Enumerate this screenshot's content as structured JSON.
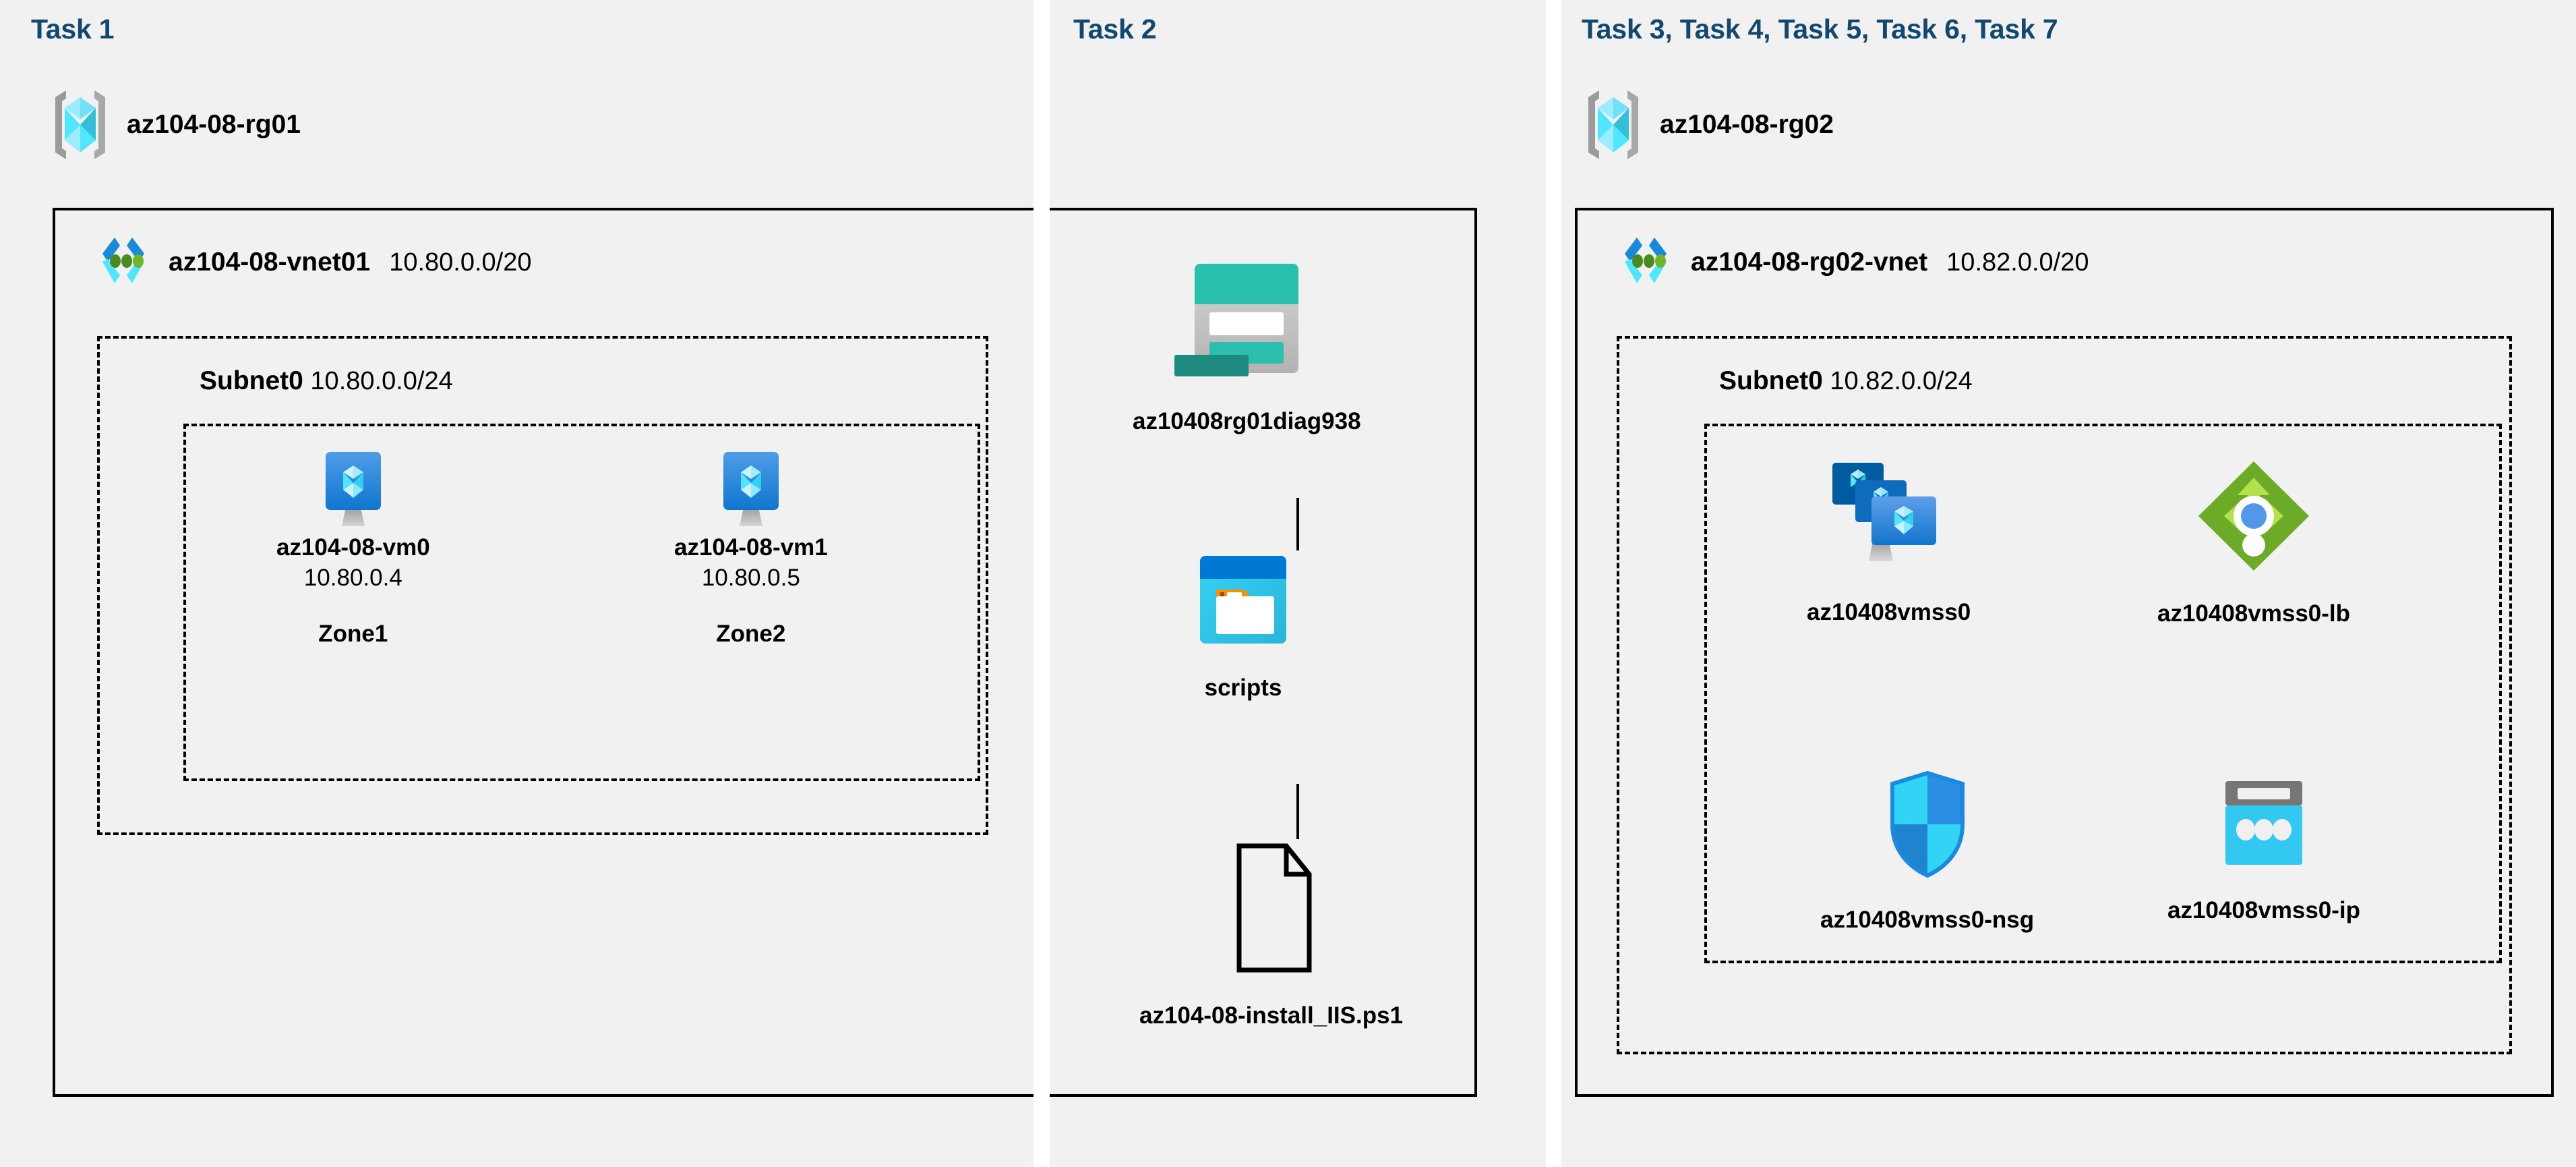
{
  "panels": [
    {
      "title": "Task 1"
    },
    {
      "title": "Task 2"
    },
    {
      "title": "Task 3, Task 4, Task 5, Task 6, Task 7"
    }
  ],
  "colors": {
    "task_title": "#13486e",
    "panel_bg": "#f1f1f1",
    "page_bg": "#ffffff",
    "border": "#000000",
    "vm_blue": "#2d8ce0",
    "vm_blue_dark": "#0f6cbd",
    "cube_cyan": "#50e6ff",
    "rg_bracket_gray": "#9b9b9b",
    "storage_teal": "#2bbfae",
    "storage_teal_dark": "#1e8a80",
    "blob_header_blue": "#0078d4",
    "blob_body_cyan": "#32c8f0",
    "folder_orange": "#f2920c",
    "lb_green": "#6bab28",
    "lb_green_light": "#b4e04b",
    "lb_center_blue": "#5297e8",
    "nsg_cyan": "#32d4f5",
    "nsg_blue": "#2a8fe0",
    "ip_gray": "#767676",
    "ip_cyan": "#32c8f0",
    "vnet_chevron_blue": "#198ad8",
    "vnet_chevron_cyan": "#50e6ff",
    "vnet_dot_green": "#5e9624"
  },
  "task1": {
    "resource_group": {
      "name": "az104-08-rg01",
      "icon": "resource-group-icon"
    },
    "vnet": {
      "name": "az104-08-vnet01",
      "cidr": "10.80.0.0/20",
      "icon": "virtual-network-icon"
    },
    "subnet": {
      "name": "Subnet0",
      "cidr": "10.80.0.0/24"
    },
    "vms": [
      {
        "name": "az104-08-vm0",
        "ip": "10.80.0.4",
        "zone": "Zone1",
        "icon": "virtual-machine-icon"
      },
      {
        "name": "az104-08-vm1",
        "ip": "10.80.0.5",
        "zone": "Zone2",
        "icon": "virtual-machine-icon"
      }
    ]
  },
  "task2": {
    "storage_account": {
      "name": "az10408rg01diag938",
      "icon": "storage-account-icon"
    },
    "container": {
      "name": "scripts",
      "icon": "blob-container-icon"
    },
    "file": {
      "name": "az104-08-install_IIS.ps1",
      "icon": "script-file-icon"
    }
  },
  "task3": {
    "resource_group": {
      "name": "az104-08-rg02",
      "icon": "resource-group-icon"
    },
    "vnet": {
      "name": "az104-08-rg02-vnet",
      "cidr": "10.82.0.0/20",
      "icon": "virtual-network-icon"
    },
    "subnet": {
      "name": "Subnet0",
      "cidr": "10.82.0.0/24"
    },
    "resources": [
      {
        "name": "az10408vmss0",
        "icon": "vm-scale-set-icon"
      },
      {
        "name": "az10408vmss0-lb",
        "icon": "load-balancer-icon"
      },
      {
        "name": "az10408vmss0-nsg",
        "icon": "network-security-group-icon"
      },
      {
        "name": "az10408vmss0-ip",
        "icon": "public-ip-address-icon"
      }
    ]
  }
}
